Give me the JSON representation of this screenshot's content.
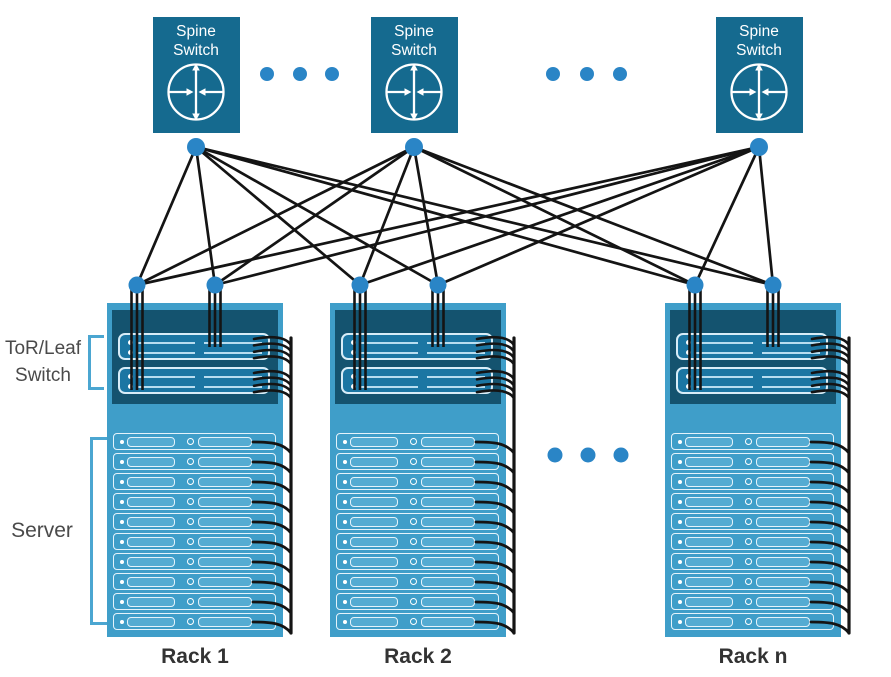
{
  "colors": {
    "spine_box": "#156A8F",
    "spine_label_text": "#FFFFFF",
    "node_dot": "#2A85C6",
    "rack_body": "#3F9EC9",
    "rack_switch_section": "#14536F",
    "switch_unit": "#1B76A3",
    "unit_outline": "#D8EDF8",
    "port_line": "#B7DDF0",
    "port_led": "#FFFFFF",
    "server_outline": "#E4F3FB",
    "server_slot": "#54ABD2",
    "cable": "#141414",
    "label_text": "#4A4A4A",
    "rack_label_text": "#333333",
    "bracket": "#4BA6D1"
  },
  "spines": {
    "count": 3,
    "label": "Spine Switch",
    "icon": "crossed-arrows-router-icon"
  },
  "racks": {
    "labels": [
      "Rack 1",
      "Rack 2",
      "Rack n"
    ],
    "leaf_switches_per_rack": 2,
    "port_rows_per_switch": 2,
    "uplink_cables_per_bundle": 3,
    "patch_cables_per_switch": 4,
    "servers_per_rack": 10
  },
  "side_labels": {
    "tor": "ToR/Leaf Switch",
    "server": "Server"
  },
  "ellipsis": {
    "dots_per_group": 3,
    "top_groups": 2,
    "middle_groups": 1
  }
}
